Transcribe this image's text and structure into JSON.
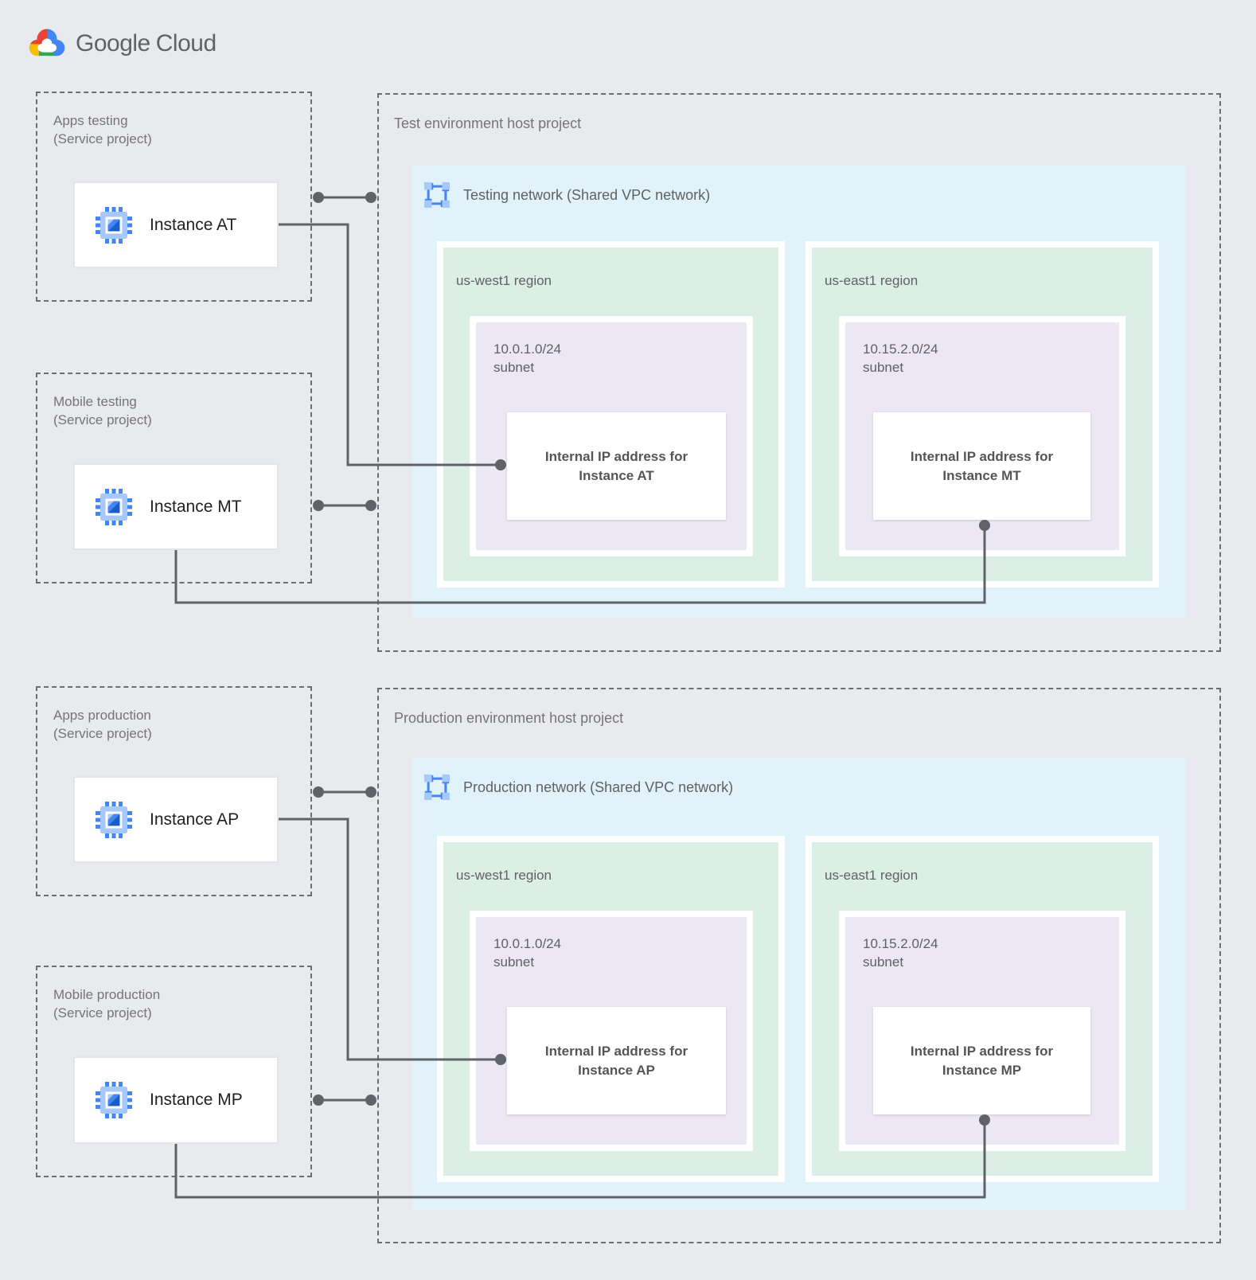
{
  "logo": {
    "google": "Google",
    "cloud": "Cloud"
  },
  "service_projects": [
    {
      "name": "Apps testing",
      "type": "(Service project)",
      "instance": "Instance AT"
    },
    {
      "name": "Mobile testing",
      "type": "(Service project)",
      "instance": "Instance MT"
    },
    {
      "name": "Apps production",
      "type": "(Service project)",
      "instance": "Instance AP"
    },
    {
      "name": "Mobile production",
      "type": "(Service project)",
      "instance": "Instance MP"
    }
  ],
  "host_projects": [
    {
      "title": "Test environment host project",
      "network": "Testing network (Shared VPC network)",
      "regions": [
        {
          "name": "us-west1 region",
          "cidr": "10.0.1.0/24",
          "cidr_label": "subnet",
          "ip_card": "Internal IP address for Instance AT"
        },
        {
          "name": "us-east1 region",
          "cidr": "10.15.2.0/24",
          "cidr_label": "subnet",
          "ip_card": "Internal IP address for Instance MT"
        }
      ]
    },
    {
      "title": "Production environment host project",
      "network": "Production network (Shared VPC network)",
      "regions": [
        {
          "name": "us-west1 region",
          "cidr": "10.0.1.0/24",
          "cidr_label": "subnet",
          "ip_card": "Internal IP address for Instance AP"
        },
        {
          "name": "us-east1 region",
          "cidr": "10.15.2.0/24",
          "cidr_label": "subnet",
          "ip_card": "Internal IP address for Instance MP"
        }
      ]
    }
  ],
  "colors": {
    "background": "#E8EAED",
    "network_fill": "#E1F2FB",
    "region_fill": "#DCEFE6",
    "subnet_fill": "#ECE7F5",
    "connector": "#5F6368",
    "dashed_border": "#6B6F73",
    "google_blue": "#4285F4",
    "google_blue_light": "#A8C7FA",
    "google_red": "#EA4335",
    "google_yellow": "#FBBC04",
    "google_green": "#34A853"
  }
}
